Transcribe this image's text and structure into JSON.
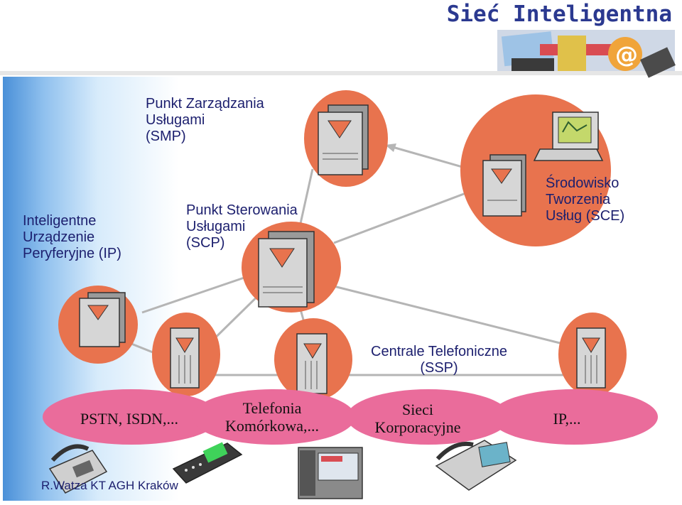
{
  "title": "Sieć Inteligentna",
  "footer": "R.Watza KT AGH Kraków",
  "nodes": {
    "smp": "Punkt Zarządzania\nUsługami\n(SMP)",
    "ip": "Inteligentne\nUrządzenie\nPeryferyjne (IP)",
    "scp": "Punkt Sterowania\nUsługami\n(SCP)",
    "sce": "Środowisko\nTworzenia\nUsług (SCE)",
    "ssp": "Centrale Telefoniczne\n(SSP)"
  },
  "networks": {
    "pstn": "PSTN, ISDN,...",
    "mobile": "Telefonia\nKomórkowa,...",
    "corporate": "Sieci\nKorporacyjne",
    "ip": "IP,..."
  },
  "colors": {
    "node_circle": "#e8734e",
    "network_oval": "#ea6c9b",
    "title": "#2b3990",
    "label": "#1c1f6e"
  }
}
